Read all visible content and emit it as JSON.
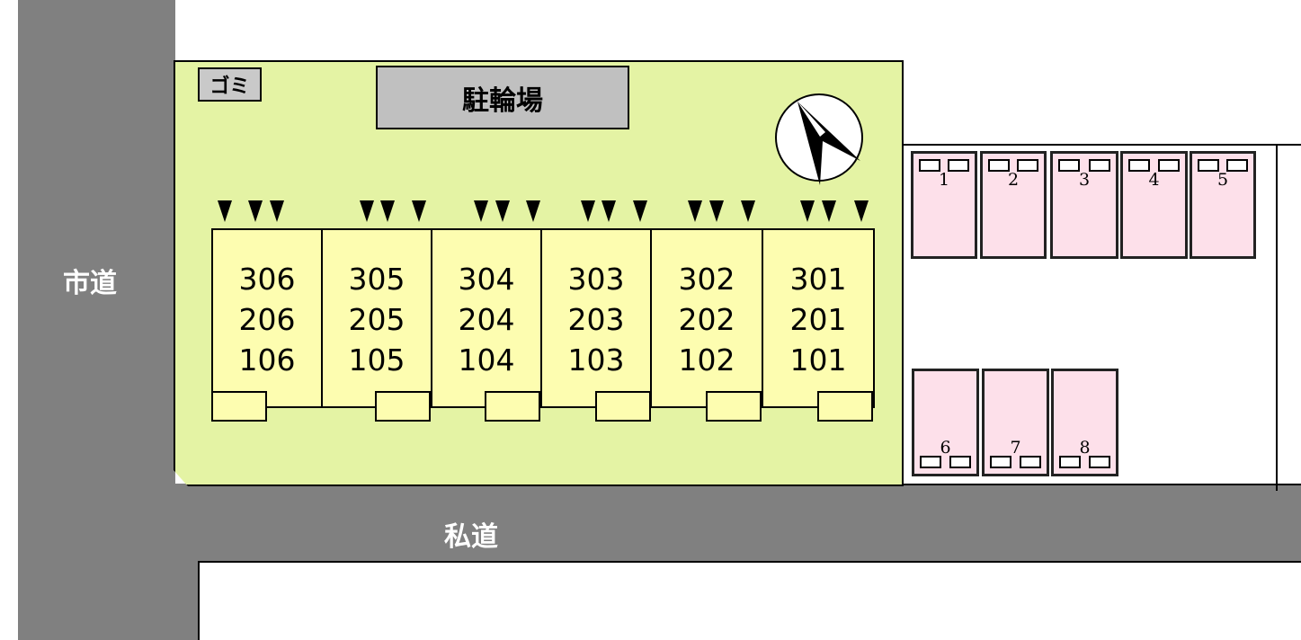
{
  "roads": {
    "city_road": "市道",
    "private_road": "私道"
  },
  "facilities": {
    "garbage": "ゴミ",
    "bicycle_parking": "駐輪場"
  },
  "compass": {
    "icon": "north-arrow-icon"
  },
  "buildings": [
    {
      "units": [
        "306",
        "206",
        "106"
      ]
    },
    {
      "units": [
        "305",
        "205",
        "105"
      ]
    },
    {
      "units": [
        "304",
        "204",
        "104"
      ]
    },
    {
      "units": [
        "303",
        "203",
        "103"
      ]
    },
    {
      "units": [
        "302",
        "202",
        "102"
      ]
    },
    {
      "units": [
        "301",
        "201",
        "101"
      ]
    }
  ],
  "parking": {
    "top_row": [
      "1",
      "2",
      "3",
      "4",
      "5"
    ],
    "bottom_row": [
      "6",
      "7",
      "8"
    ]
  },
  "colors": {
    "road": "#808080",
    "lot": "#e4f3a4",
    "unit": "#fdfdb0",
    "parking_space": "#fde0ea",
    "bicycle_parking": "#c0c0c0"
  }
}
